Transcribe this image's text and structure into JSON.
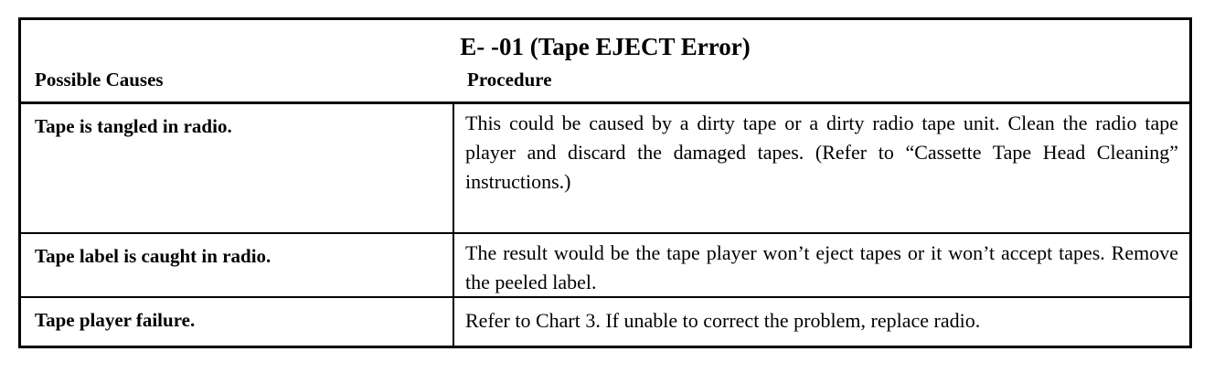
{
  "document": {
    "title": "E- -01  (Tape EJECT Error)",
    "columns": {
      "causes": "Possible Causes",
      "procedure": "Procedure"
    },
    "rows": [
      {
        "cause": "Tape is tangled in radio.",
        "procedure": "This could be caused by a dirty tape or a dirty radio tape unit. Clean the radio tape player and discard the damaged tapes. (Refer to “Cassette Tape Head Cleaning” instructions.)"
      },
      {
        "cause": "Tape label is caught in radio.",
        "procedure": "The result would be the tape player won’t eject tapes or it won’t accept tapes. Remove the peeled label."
      },
      {
        "cause": "Tape player failure.",
        "procedure": "Refer to Chart 3. If unable to correct the problem, replace radio."
      }
    ]
  }
}
